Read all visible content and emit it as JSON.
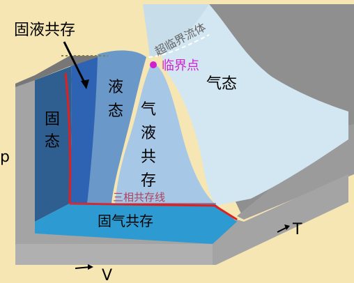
{
  "labels": {
    "solid_liquid": "固液共存",
    "solid": [
      "固",
      "态"
    ],
    "liquid": [
      "液",
      "态"
    ],
    "gas": "气态",
    "gas_liquid": [
      "气",
      "液",
      "共",
      "存"
    ],
    "supercritical": "超临界流体",
    "critical_point": "临界点",
    "triple_line": "三相共存线",
    "solid_gas": "固气共存",
    "axis_p": "p",
    "axis_v": "V",
    "axis_t": "T"
  },
  "colors": {
    "background": "#f5e6b3",
    "solid": "#2e5f93",
    "solid_liquid": "#2d5fae",
    "liquid": "#6495c8",
    "gas_liquid": "#a8c8e6",
    "gas": "#cfe4f0",
    "solid_gas": "#2e9ad0",
    "walls": "#8c8c8c",
    "critical_point": "#d020d0",
    "triple_line": "#e02020"
  }
}
